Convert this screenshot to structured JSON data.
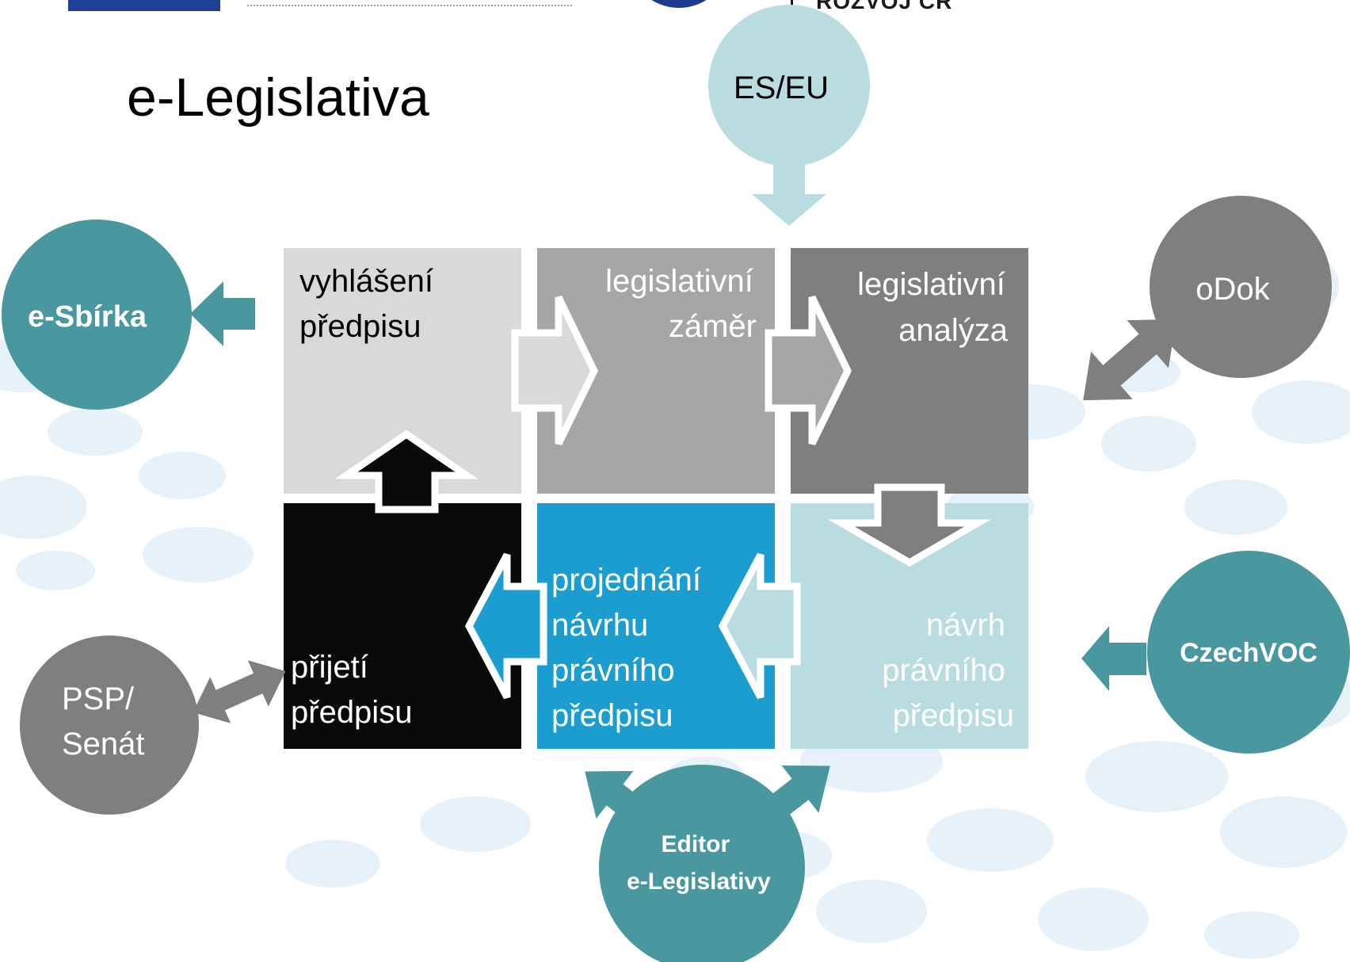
{
  "header": {
    "logo_caption_right": "ROZVOJ ČR"
  },
  "title": "e-Legislativa",
  "blocks": [
    {
      "id": "vyhlaseni",
      "lines": [
        "vyhlášení",
        "předpisu"
      ],
      "color": "#d9d9d9",
      "text_color": "#000000"
    },
    {
      "id": "zamer",
      "lines": [
        "legislativní",
        "záměr"
      ],
      "color": "#a6a6a6",
      "text_color": "#ffffff"
    },
    {
      "id": "analyza",
      "lines": [
        "legislativní",
        "analýza"
      ],
      "color": "#7f7f7f",
      "text_color": "#ffffff"
    },
    {
      "id": "prijeti",
      "lines": [
        "přijetí",
        "předpisu"
      ],
      "color": "#0a0a0a",
      "text_color": "#ffffff"
    },
    {
      "id": "projednani",
      "lines": [
        "projednání",
        "návrhu",
        "právního",
        "předpisu"
      ],
      "color": "#1b9dd0",
      "text_color": "#ffffff"
    },
    {
      "id": "navrh",
      "lines": [
        "návrh",
        "právního",
        "předpisu"
      ],
      "color": "#b8dce0",
      "text_color": "#ffffff"
    }
  ],
  "circles": [
    {
      "id": "esbirka",
      "lines": [
        "e-Sbírka"
      ],
      "color": "#4a989f",
      "bold": true
    },
    {
      "id": "eseu",
      "lines": [
        "ES/EU"
      ],
      "color": "#b8dce0",
      "bold": false
    },
    {
      "id": "odok",
      "lines": [
        "oDok"
      ],
      "color": "#7f7f7f",
      "bold": false
    },
    {
      "id": "czechvoc",
      "lines": [
        "CzechVOC"
      ],
      "color": "#4a989f",
      "bold": true
    },
    {
      "id": "psp",
      "lines": [
        "PSP/",
        "Senát"
      ],
      "color": "#7f7f7f",
      "bold": false
    },
    {
      "id": "editor",
      "lines": [
        "Editor",
        "e-Legislativy"
      ],
      "color": "#4a989f",
      "bold": true
    }
  ],
  "colors": {
    "teal": "#4a989f",
    "gray_arrow": "#7f7f7f",
    "light_teal": "#b8dce0",
    "bg_dots": "#e3f0f9"
  }
}
